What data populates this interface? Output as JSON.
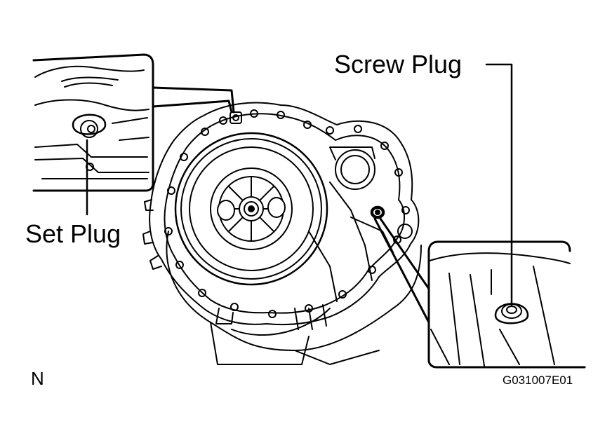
{
  "labels": {
    "screw_plug": "Screw Plug",
    "set_plug": "Set Plug",
    "orientation": "N",
    "figure_code": "G031007E01"
  },
  "colors": {
    "ink": "#000000",
    "paper": "#ffffff"
  }
}
